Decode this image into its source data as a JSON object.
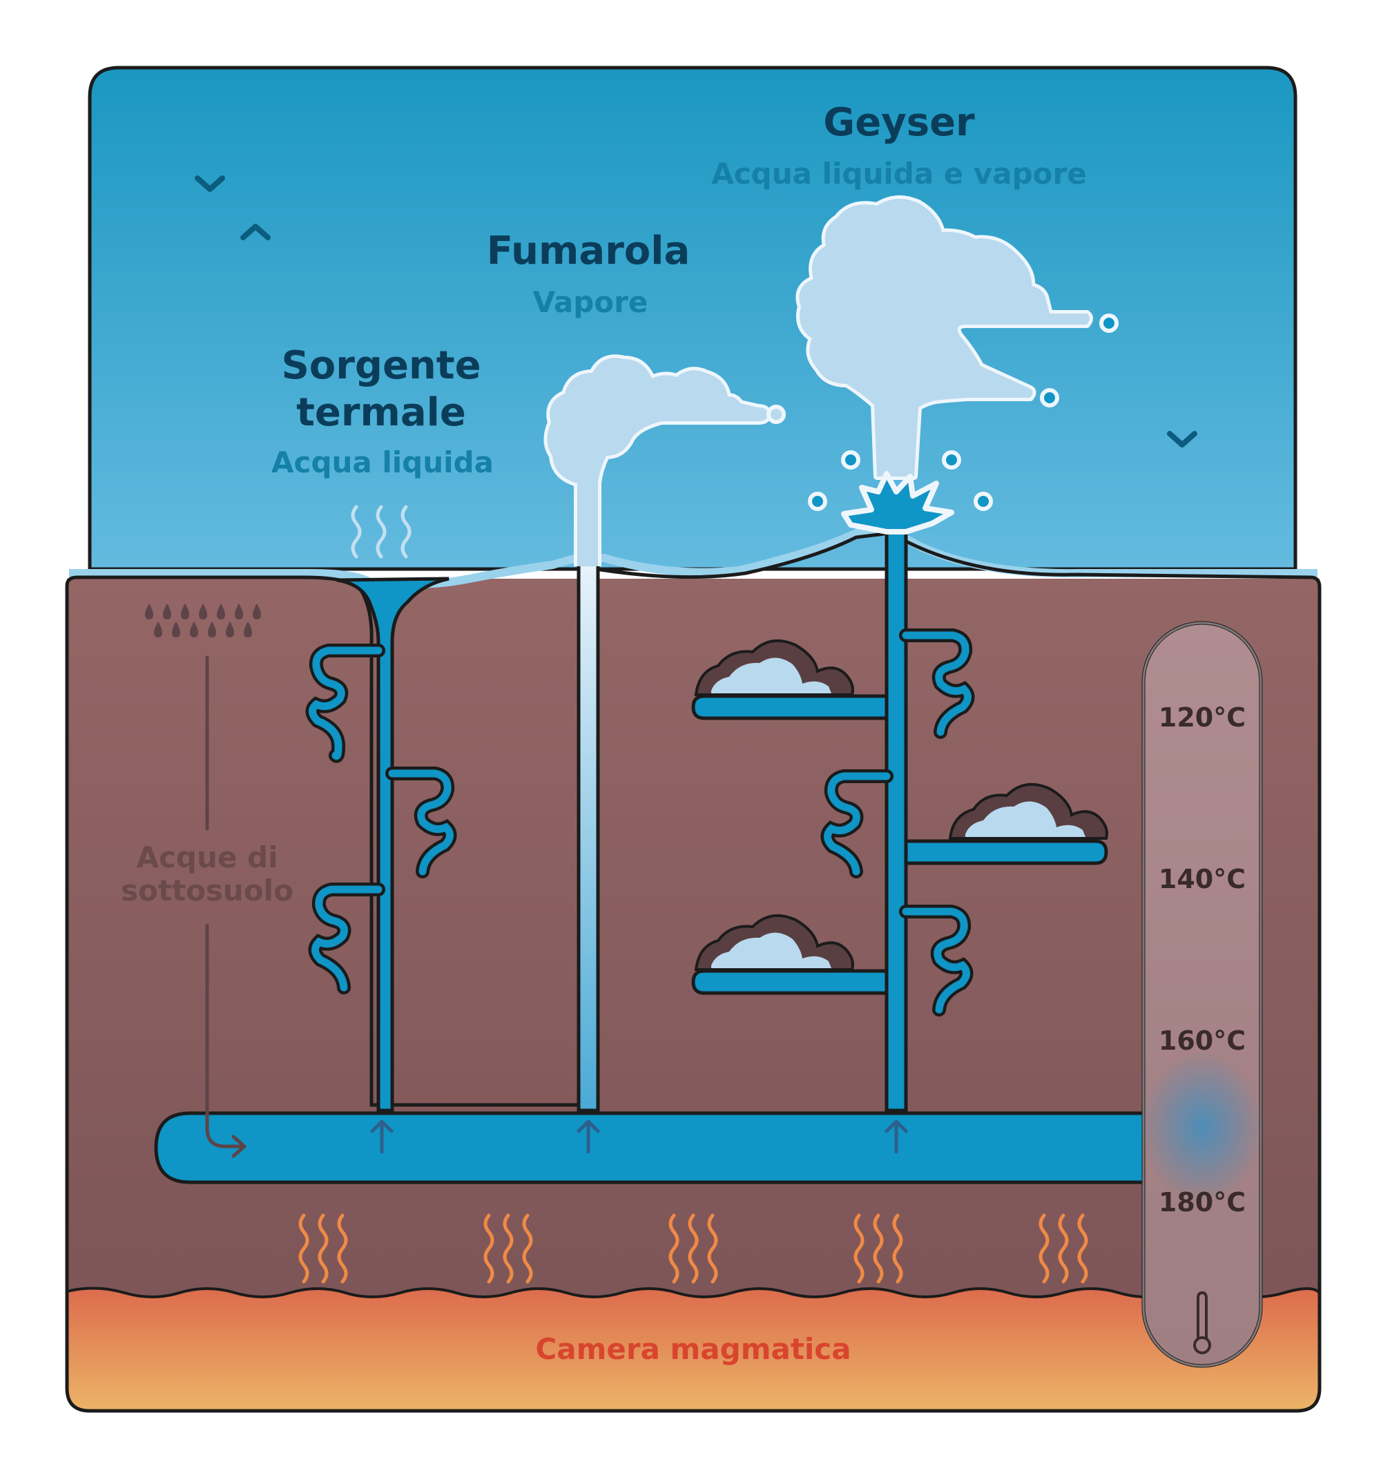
{
  "labels": {
    "hot_spring": {
      "title_line1": "Sorgente",
      "title_line2": "termale",
      "subtitle": "Acqua liquida"
    },
    "fumarole": {
      "title": "Fumarola",
      "subtitle": "Vapore"
    },
    "geyser": {
      "title": "Geyser",
      "subtitle": "Acqua liquida e vapore"
    },
    "groundwater": {
      "line1": "Acque di",
      "line2": "sottosuolo"
    },
    "magma_chamber": "Camera magmatica"
  },
  "thermometer": {
    "ticks": [
      "120°C",
      "140°C",
      "160°C",
      "180°C"
    ],
    "icon": "thermometer-icon"
  },
  "colors": {
    "sky_top": "#1a97c1",
    "sky_bottom": "#5fb7dc",
    "ground_top": "#8e6262",
    "ground_bottom": "#7b5454",
    "water": "#1398c8",
    "steam": "#b8d9ee",
    "magma_top": "#de7250",
    "magma_bottom": "#ebb465",
    "heat_waves": "#ef8a45",
    "outline": "#1b1b1b"
  }
}
